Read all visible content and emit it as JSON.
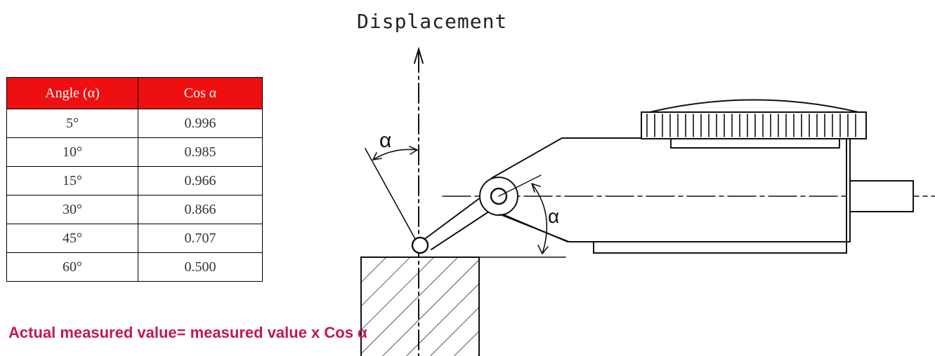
{
  "diagram": {
    "axis_label": "Displacement",
    "angle_symbol_left": "α",
    "angle_symbol_right": "α"
  },
  "table": {
    "headers": [
      "Angle (α)",
      "Cos α"
    ],
    "rows": [
      [
        "5°",
        "0.996"
      ],
      [
        "10°",
        "0.985"
      ],
      [
        "15°",
        "0.966"
      ],
      [
        "30°",
        "0.866"
      ],
      [
        "45°",
        "0.707"
      ],
      [
        "60°",
        "0.500"
      ]
    ]
  },
  "formula": "Actual measured value= measured value x Cos α",
  "colors": {
    "header_bg": "#ee0f10",
    "formula": "#c4184a"
  }
}
